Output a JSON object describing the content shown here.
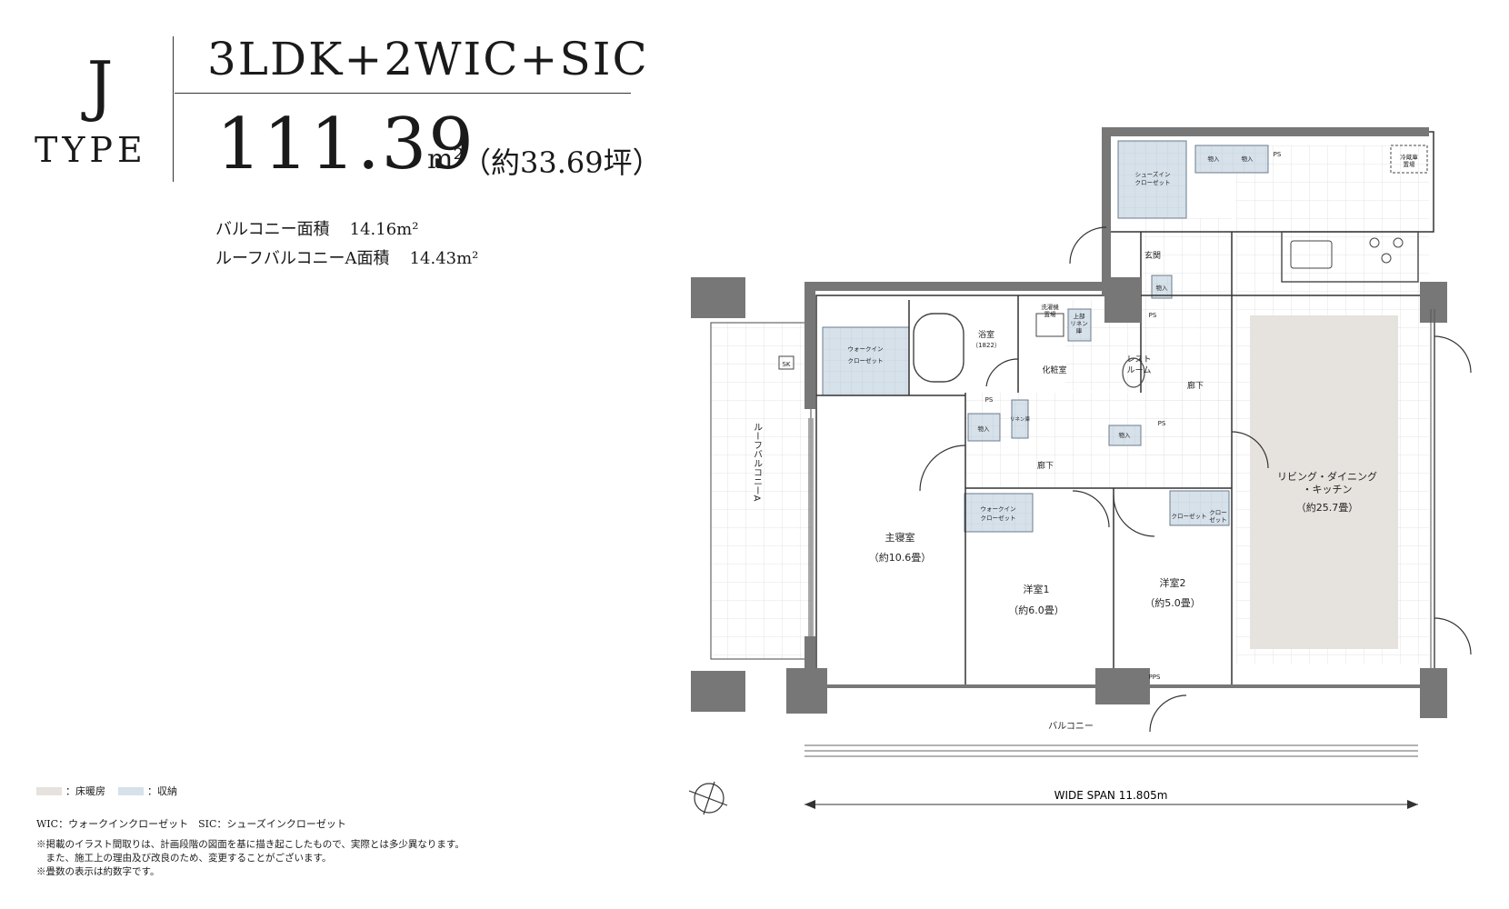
{
  "header": {
    "type_letter": "J",
    "type_word": "TYPE",
    "layout": "3LDK+2WIC+SIC",
    "area": "111.39",
    "area_unit": "m²",
    "area_tsubo": "（約33.69坪）"
  },
  "balcony_info": [
    {
      "label": "バルコニー面積",
      "value": "14.16m²"
    },
    {
      "label": "ルーフバルコニーA面積",
      "value": "14.43m²"
    }
  ],
  "legend": {
    "items": [
      {
        "label": "：床暖房",
        "color": "#e6e2dd"
      },
      {
        "label": "：収納",
        "color": "#d6e1ea"
      }
    ],
    "abbreviations": "WIC：ウォークインクローゼット　SIC：シューズインクローゼット"
  },
  "notes": [
    "※掲載のイラスト間取りは、計画段階の図面を基に描き起こしたもので、実際とは多少異なります。",
    "　また、施工上の理由及び改良のため、変更することがございます。",
    "※畳数の表示は約数字です。"
  ],
  "plan": {
    "rooms": {
      "ldk_name": "リビング・ダイニング",
      "ldk_name2": "・キッチン",
      "ldk_size": "（約25.7畳）",
      "master_name": "主寝室",
      "master_size": "（約10.6畳）",
      "room1_name": "洋室1",
      "room1_size": "（約6.0畳）",
      "room2_name": "洋室2",
      "room2_size": "（約5.0畳）",
      "bath": "浴室",
      "bath_size": "（1822）",
      "powder": "化粧室",
      "rest": "レスト",
      "rest2": "ルーム",
      "entrance": "玄関",
      "hall1": "廊下",
      "hall2": "廊下",
      "balcony": "バルコニー",
      "roof_balcony": "ルーフバルコニーA"
    },
    "storage": {
      "wic1a": "ウォークイン",
      "wic1b": "クローゼット",
      "sic_a": "シューズイン",
      "sic_b": "クローゼット",
      "wic2a": "ウォークイン",
      "wic2b": "クローゼット",
      "closet_a": "クローゼット",
      "closet_b": "クロー",
      "closet_c": "ゼット",
      "nyuka": "物入",
      "linen1": "上部",
      "linen2": "リネン",
      "linen3": "庫",
      "linen_small": "リネン庫",
      "washer1": "洗濯機",
      "washer2": "置場",
      "fridge1": "冷蔵庫",
      "fridge2": "置場"
    },
    "codes": {
      "ps": "PS",
      "pps": "PPS",
      "sk": "SK"
    },
    "wide_span": "WIDE SPAN 11.805m"
  }
}
